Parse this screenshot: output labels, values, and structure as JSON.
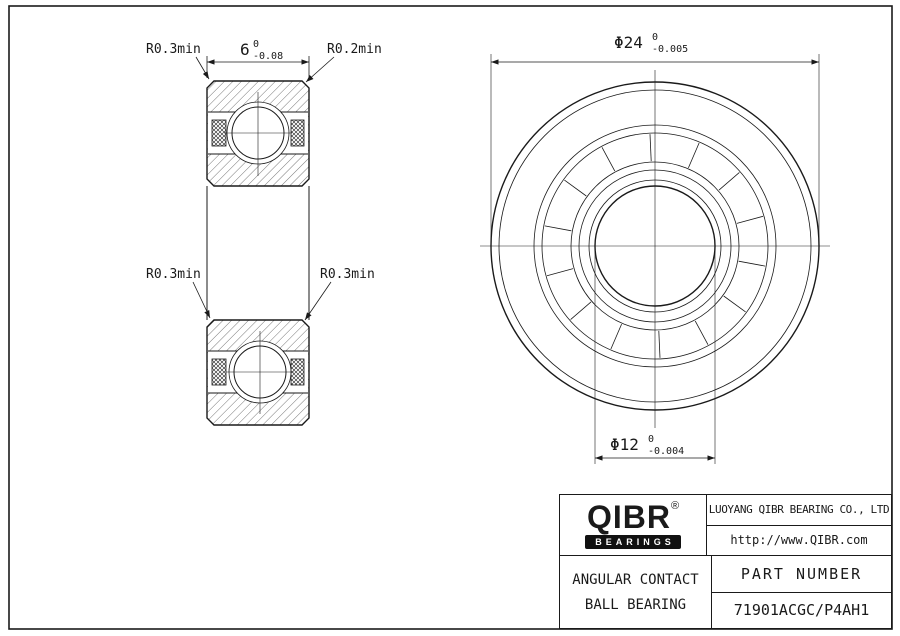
{
  "colors": {
    "line": "#1a1a1a",
    "logo_bar": "#111111",
    "background": "#ffffff"
  },
  "section_view": {
    "width_dim": {
      "value": "6",
      "tol_upper": "0",
      "tol_lower": "-0.08"
    },
    "labels": {
      "r_top_left": "R0.3min",
      "r_top_right": "R0.2min",
      "r_bottom_left": "R0.3min",
      "r_bottom_right": "R0.3min"
    }
  },
  "front_view": {
    "od_dim": {
      "value": "Φ24",
      "tol_upper": "0",
      "tol_lower": "-0.005"
    },
    "bore_dim": {
      "value": "Φ12",
      "tol_upper": "0",
      "tol_lower": "-0.004"
    }
  },
  "title_block": {
    "logo_text": "QIBR",
    "logo_reg": "®",
    "logo_sub": "BEARINGS",
    "company": "LUOYANG QIBR BEARING CO., LTD",
    "website": "http://www.QIBR.com",
    "product_line1": "ANGULAR CONTACT",
    "product_line2": "BALL BEARING",
    "part_number_label": "PART NUMBER",
    "part_number": "71901ACGC/P4AH1"
  }
}
